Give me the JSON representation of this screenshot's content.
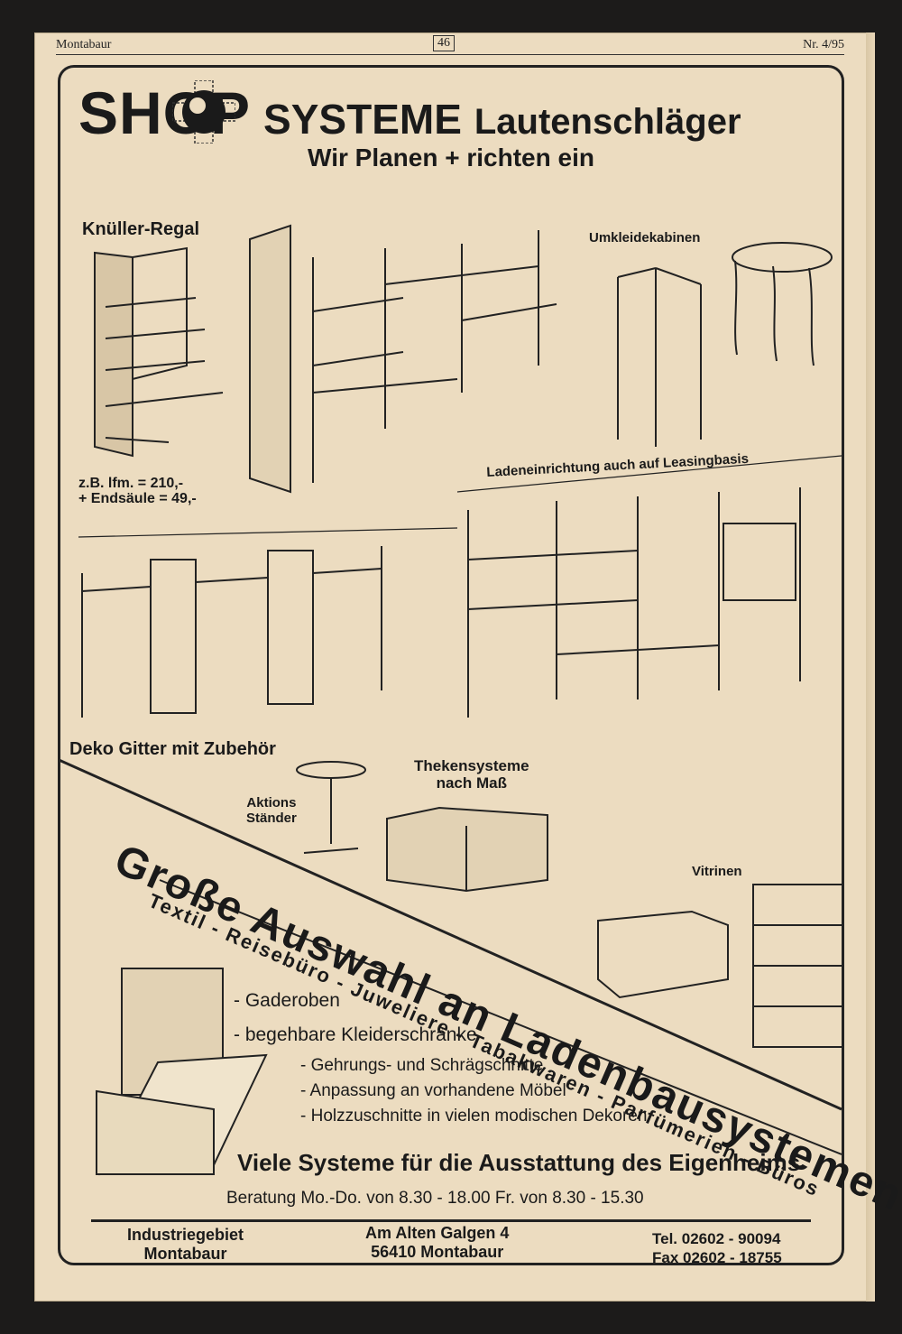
{
  "header": {
    "place": "Montabaur",
    "page_number": "46",
    "issue": "Nr. 4/95"
  },
  "ad": {
    "brand_shop": "SHOP",
    "brand_systeme": "SYSTEME",
    "brand_name": "Lautenschläger",
    "tagline": "Wir Planen + richten ein",
    "products": {
      "knueller": "Knüller-Regal",
      "price_line1": "z.B.   lfm.   = 210,-",
      "price_line2": "+ Endsäule =  49,-",
      "umkleide": "Umkleidekabinen",
      "leasing": "Ladeneinrichtung auch auf Leasingbasis",
      "deko": "Deko Gitter mit Zubehör",
      "aktions_1": "Aktions",
      "aktions_2": "Ständer",
      "theken_1": "Thekensysteme",
      "theken_2": "nach Maß",
      "vitrinen": "Vitrinen"
    },
    "banner": "Große Auswahl an Ladenbausystemen",
    "banner_sub": "Textil - Reisebüro - Juweliere - Tabakwaren - Parfümerien - Büros",
    "bullets_main": [
      "- Gaderoben",
      "- begehbare Kleiderschränke"
    ],
    "bullets_extra": [
      "- Gehrungs- und Schrägschnitte",
      "- Anpassung an vorhandene Möbel",
      "- Holzzuschnitte in vielen modischen Dekoren"
    ],
    "slogan": "Viele Systeme für die Ausstattung des Eigenheims",
    "hours": "Beratung  Mo.-Do. von 8.30 - 18.00  Fr. von 8.30 - 15.30",
    "footer": {
      "area_1": "Industriegebiet",
      "area_2": "Montabaur",
      "street": "Am Alten Galgen 4",
      "city": "56410  Montabaur",
      "tel": "Tel. 02602 - 90094",
      "fax": "Fax 02602 - 18755"
    }
  }
}
